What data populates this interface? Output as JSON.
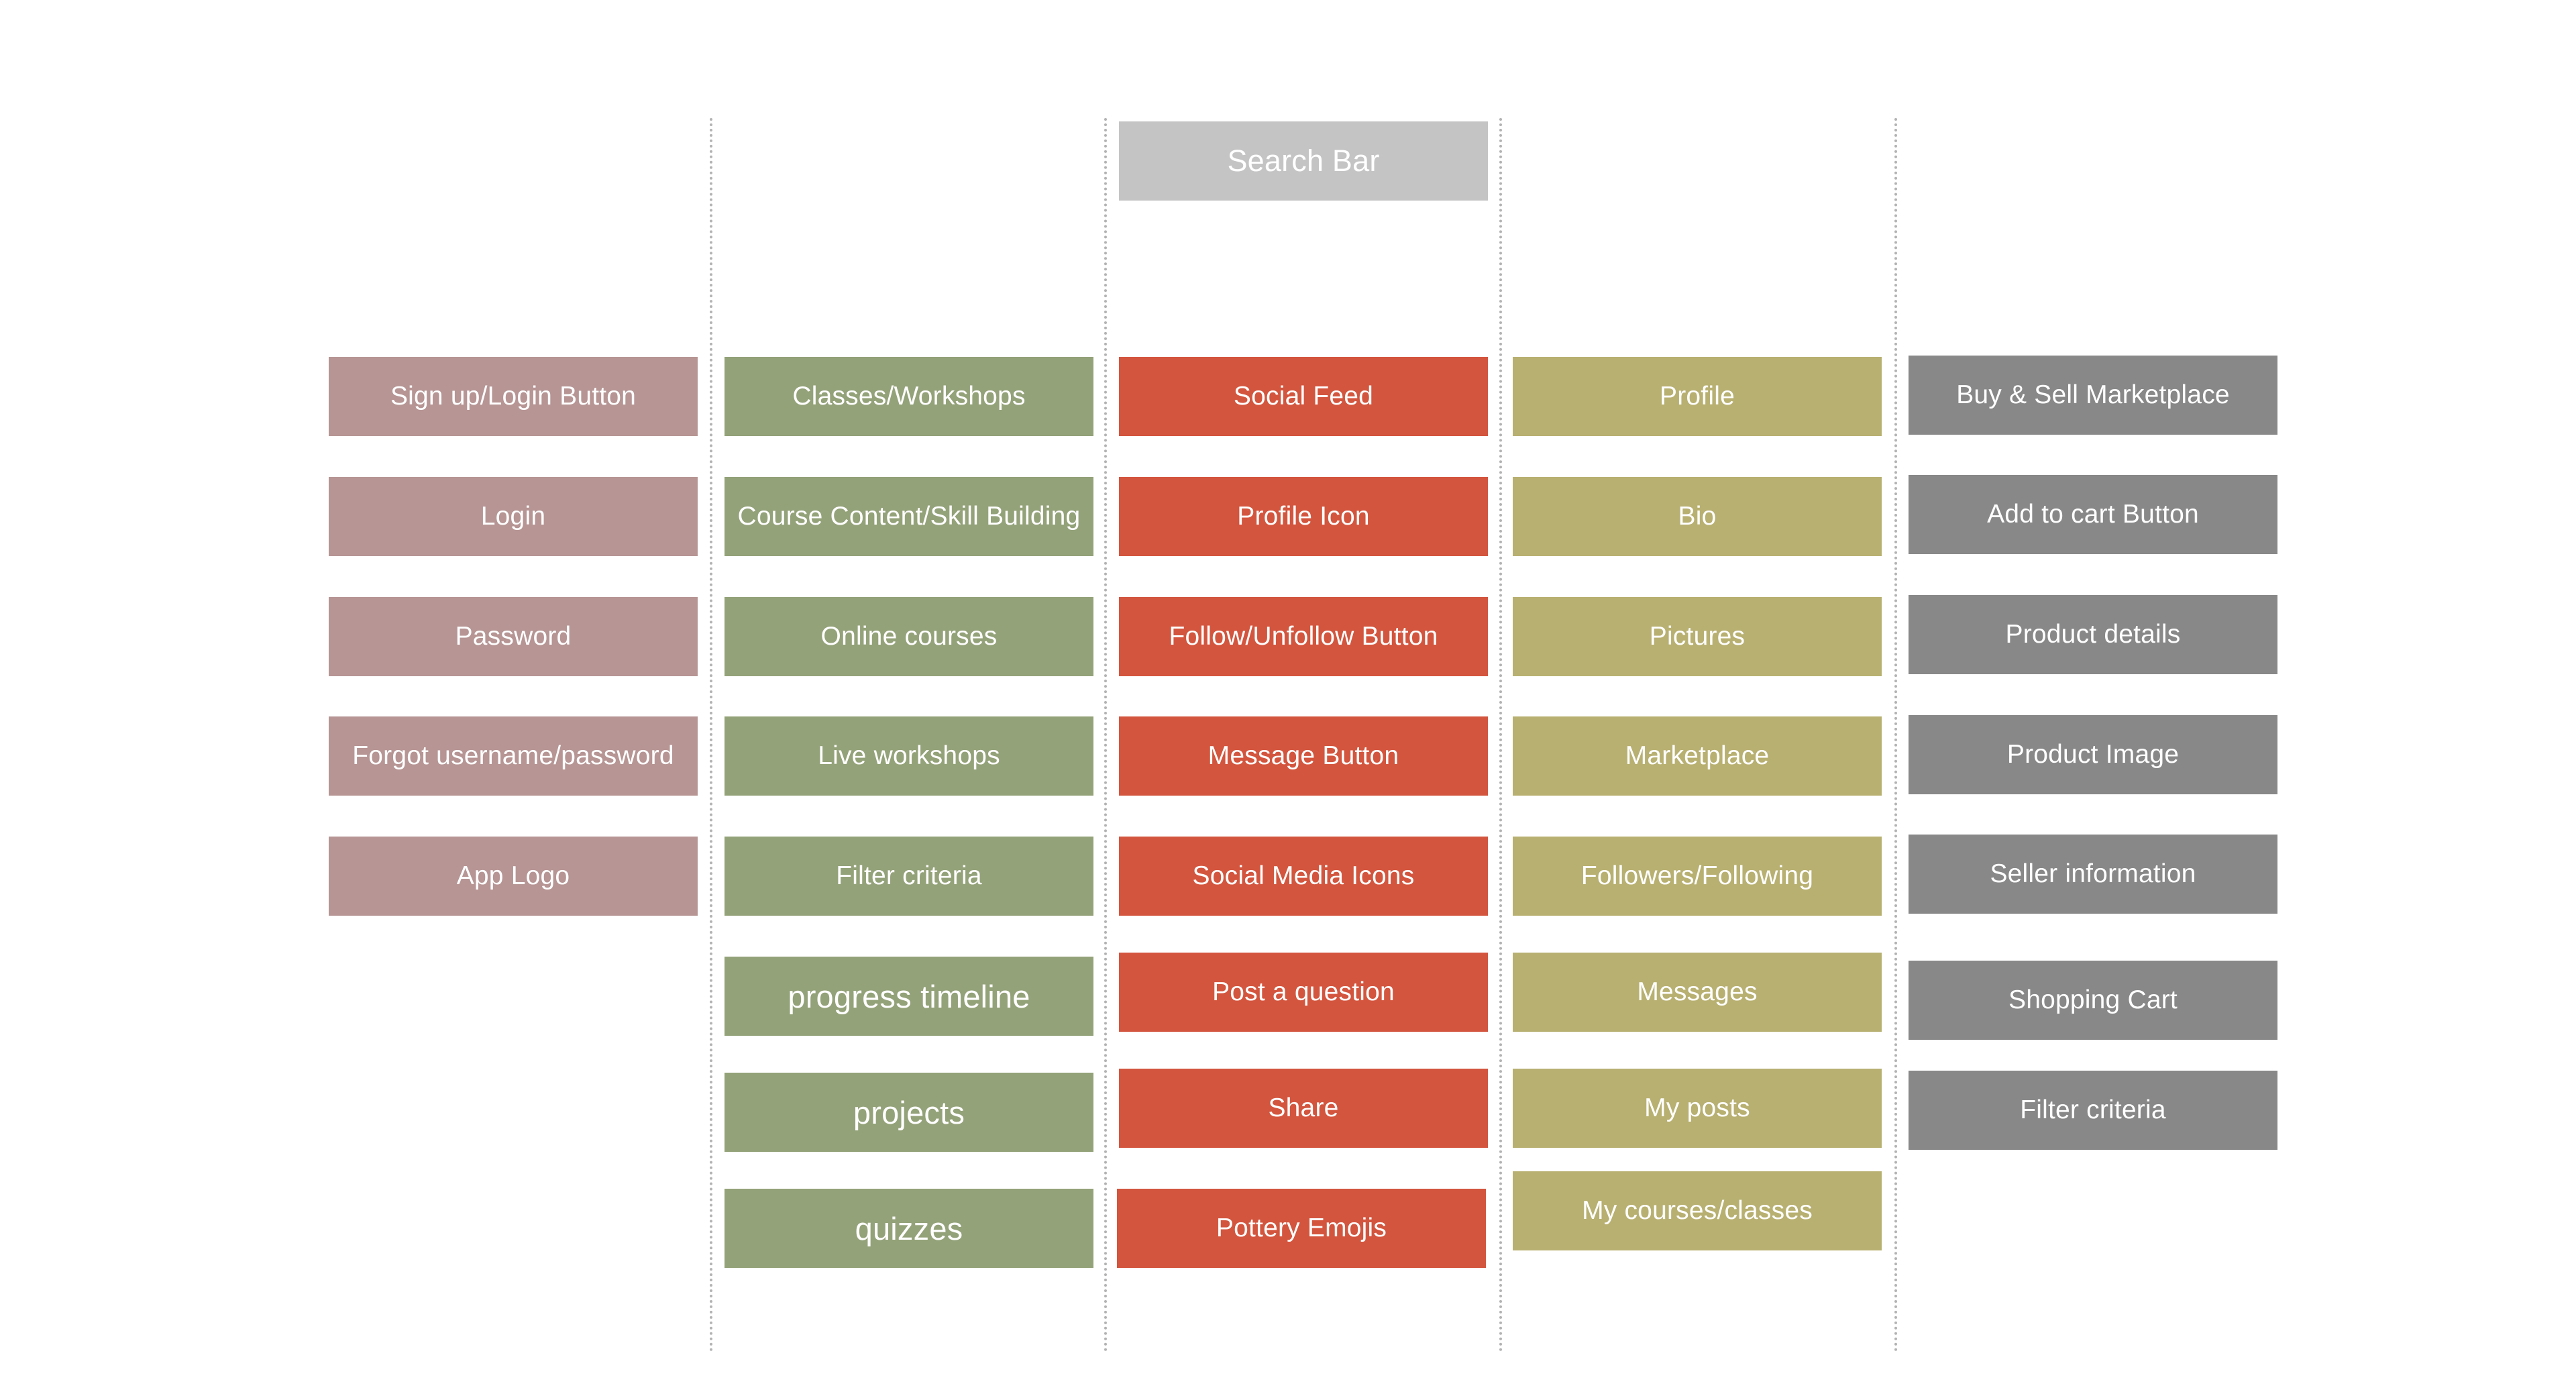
{
  "search": {
    "label": "Search Bar"
  },
  "columns": [
    {
      "id": "account",
      "color": "#b69594",
      "items": [
        "Sign up/Login Button",
        "Login",
        "Password",
        "Forgot username/password",
        "App Logo"
      ]
    },
    {
      "id": "learning",
      "color": "#94a279",
      "items": [
        "Classes/Workshops",
        "Course Content/Skill Building",
        "Online courses",
        "Live workshops",
        "Filter criteria",
        "progress timeline",
        "projects",
        "quizzes"
      ]
    },
    {
      "id": "social",
      "color": "#d3553e",
      "items": [
        "Social Feed",
        "Profile Icon",
        "Follow/Unfollow Button",
        "Message Button",
        "Social Media Icons",
        "Post a question",
        "Share",
        "Pottery Emojis"
      ]
    },
    {
      "id": "profile",
      "color": "#b8b071",
      "items": [
        "Profile",
        "Bio",
        "Pictures",
        "Marketplace",
        "Followers/Following",
        "Messages",
        "My posts",
        "My courses/classes"
      ]
    },
    {
      "id": "marketplace",
      "color": "#888888",
      "items": [
        "Buy & Sell Marketplace",
        "Add to cart Button",
        "Product details",
        "Product Image",
        "Seller information",
        "Shopping Cart",
        "Filter criteria"
      ]
    }
  ]
}
